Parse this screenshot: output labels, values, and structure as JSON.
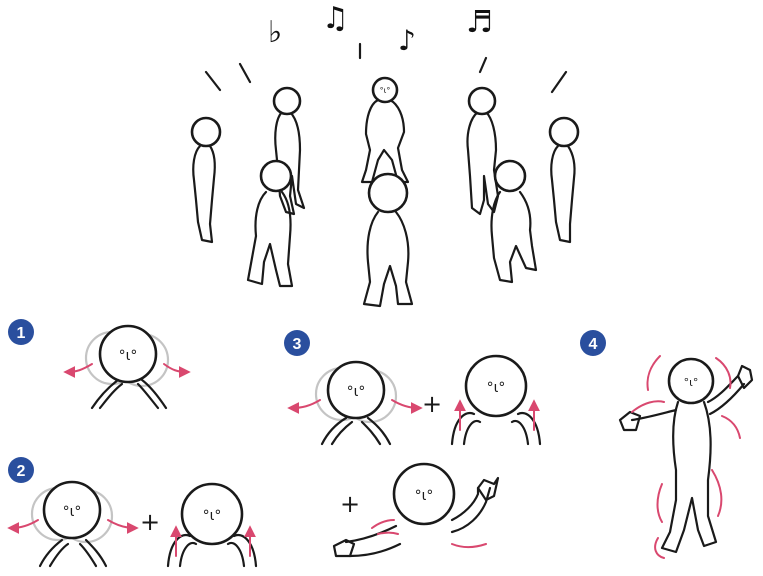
{
  "steps": [
    {
      "number": "1"
    },
    {
      "number": "2"
    },
    {
      "number": "3"
    },
    {
      "number": "4"
    }
  ],
  "plus_sign": "+",
  "face_text": "°ɩ°",
  "music_notes": [
    "♭",
    "♫",
    "♪",
    "♬"
  ],
  "colors": {
    "badge": "#2a4f9e",
    "motion_accent": "#d9486f",
    "ink": "#1a1a1a",
    "ghost": "#c4c4c4"
  },
  "icons": [
    "music-note-icon",
    "step-number-badge",
    "arrow-icon"
  ]
}
